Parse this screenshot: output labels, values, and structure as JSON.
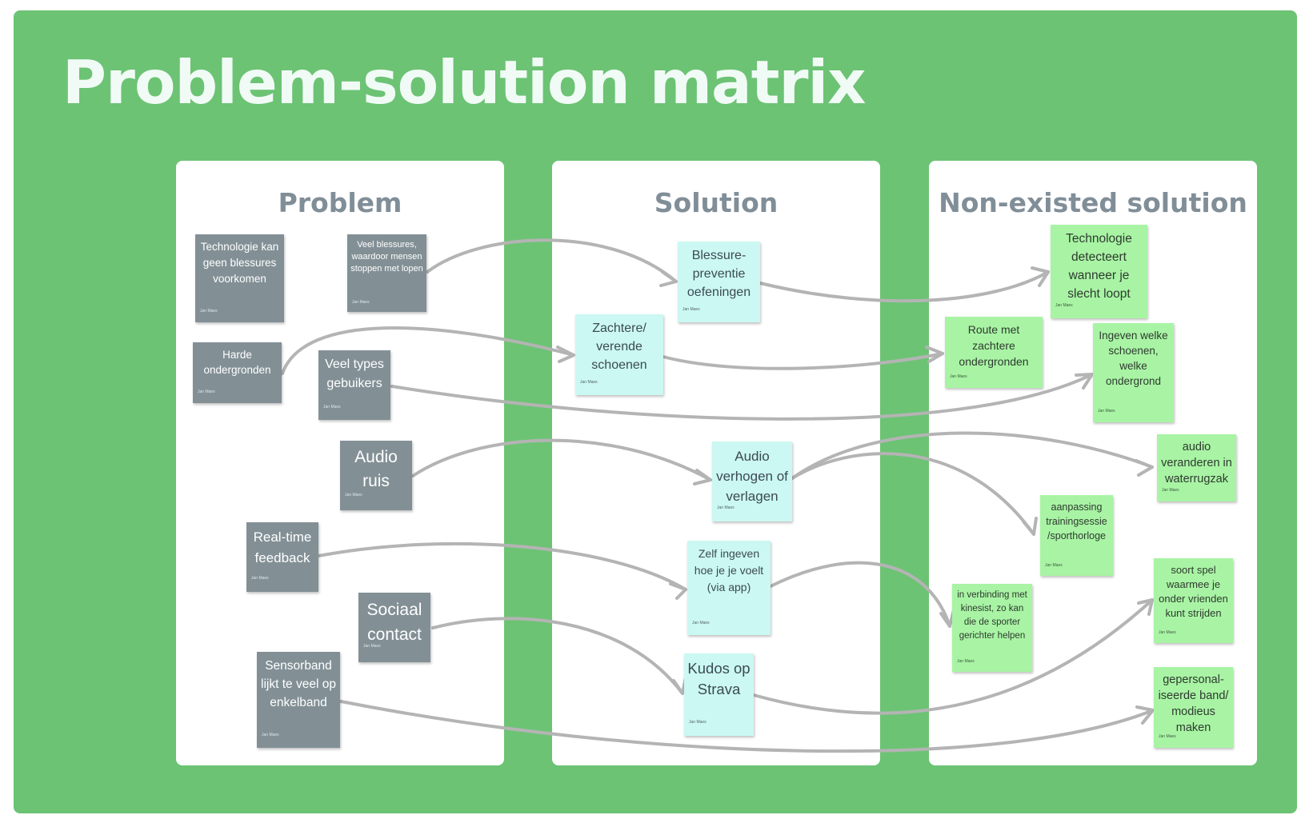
{
  "title": "Problem-solution matrix",
  "columns": {
    "problem": "Problem",
    "solution": "Solution",
    "non_existed": "Non-existed solution"
  },
  "author": "Jan Maes",
  "problems": [
    {
      "id": "p1",
      "text": "Technologie kan geen blessures voorkomen"
    },
    {
      "id": "p2",
      "text": "Veel blessures, waardoor mensen stoppen met lopen"
    },
    {
      "id": "p3",
      "text": "Harde ondergronden"
    },
    {
      "id": "p4",
      "text": "Veel types gebuikers"
    },
    {
      "id": "p5",
      "text": "Audio ruis"
    },
    {
      "id": "p6",
      "text": "Real-time feedback"
    },
    {
      "id": "p7",
      "text": "Sociaal contact"
    },
    {
      "id": "p8",
      "text": "Sensorband lijkt te veel op enkelband"
    }
  ],
  "solutions": [
    {
      "id": "s1",
      "text": "Blessure-preventie oefeningen"
    },
    {
      "id": "s2",
      "text": "Zachtere/ verende schoenen"
    },
    {
      "id": "s3",
      "text": "Audio verhogen of verlagen"
    },
    {
      "id": "s4",
      "text": "Zelf ingeven hoe je je voelt (via app)"
    },
    {
      "id": "s5",
      "text": "Kudos op Strava"
    }
  ],
  "non_existed": [
    {
      "id": "n1",
      "text": "Technologie detecteert wanneer je slecht loopt"
    },
    {
      "id": "n2",
      "text": "Route met zachtere ondergronden"
    },
    {
      "id": "n3",
      "text": "Ingeven welke schoenen, welke ondergrond"
    },
    {
      "id": "n4",
      "text": "audio veranderen in waterrugzak"
    },
    {
      "id": "n5",
      "text": "aanpassing trainingsessie /sporthorloge"
    },
    {
      "id": "n6",
      "text": "in verbinding met kinesist, zo kan die de sporter gerichter helpen"
    },
    {
      "id": "n7",
      "text": "soort spel waarmee je onder vrienden kunt strijden"
    },
    {
      "id": "n8",
      "text": "gepersonal-iseerde band/ modieus maken"
    }
  ],
  "links": [
    [
      "p2",
      "s1"
    ],
    [
      "s1",
      "n1"
    ],
    [
      "p3",
      "s2"
    ],
    [
      "s2",
      "n2"
    ],
    [
      "p4",
      "n3"
    ],
    [
      "p5",
      "s3"
    ],
    [
      "s3",
      "n4"
    ],
    [
      "s3",
      "n5"
    ],
    [
      "p6",
      "s4"
    ],
    [
      "s4",
      "n6"
    ],
    [
      "p7",
      "s5"
    ],
    [
      "s5",
      "n7"
    ],
    [
      "p8",
      "n8"
    ]
  ],
  "colors": {
    "board": "#6cc374",
    "panel": "#ffffff",
    "problem_note": "#829096",
    "solution_note": "#cbf8f2",
    "nonexist_note": "#a8f4a4",
    "arrow": "#b4b4b4",
    "column_title": "#808e98",
    "title": "#f1fbf6"
  }
}
